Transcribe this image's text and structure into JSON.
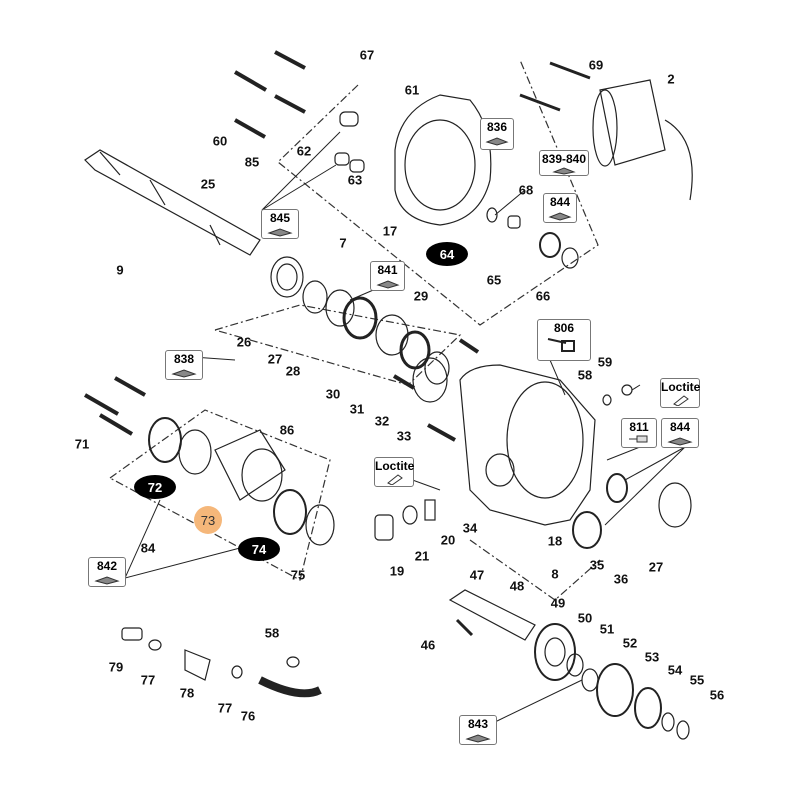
{
  "labels": [
    "67",
    "69",
    "2",
    "61",
    "60",
    "62",
    "85",
    "63",
    "25",
    "68",
    "17",
    "7",
    "9",
    "65",
    "66",
    "29",
    "26",
    "27",
    "28",
    "59",
    "58",
    "30",
    "31",
    "32",
    "33",
    "71",
    "86",
    "34",
    "20",
    "21",
    "18",
    "35",
    "36",
    "27",
    "84",
    "75",
    "19",
    "8",
    "47",
    "48",
    "49",
    "50",
    "51",
    "58",
    "52",
    "53",
    "46",
    "79",
    "77",
    "78",
    "54",
    "55",
    "56",
    "77",
    "76"
  ],
  "callouts": {
    "c64": "64",
    "c72": "72",
    "c74": "74",
    "c73": "73"
  },
  "boxes": {
    "b836": "836",
    "b839": "839-840",
    "b844a": "844",
    "b845": "845",
    "b841": "841",
    "b838": "838",
    "b806": "806",
    "loctite1": "Loctite",
    "b811": "811",
    "b844b": "844",
    "loctite2": "Loctite",
    "b842": "842",
    "b843": "843"
  },
  "colors": {
    "highlight": "#f5b77a",
    "callout": "#000000"
  }
}
